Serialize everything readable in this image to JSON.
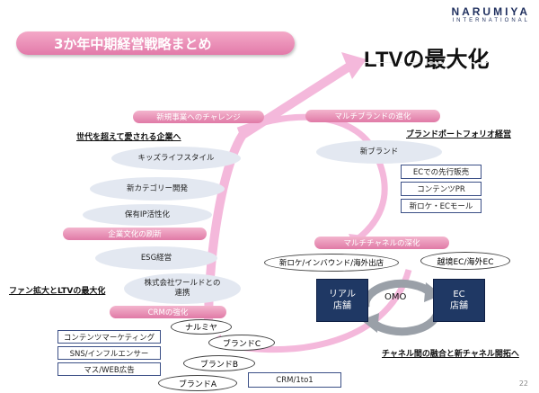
{
  "logo": {
    "main": "NARUMIYA",
    "sub": "INTERNATIONAL"
  },
  "title": "3か年中期経営戦略まとめ",
  "goal": "LTVの最大化",
  "sections": {
    "new_business": "新規事業へのチャレンジ",
    "culture": "企業文化の刷新",
    "crm": "CRMの強化",
    "multi_brand": "マルチブランドの進化",
    "multi_channel": "マルチチャネルの深化"
  },
  "headings": {
    "beyond_generations": "世代を超えて愛される企業へ",
    "fan_ltv": "ファン拡大とLTVの最大化",
    "brand_portfolio": "ブランドポートフォリオ経営",
    "channel_fusion": "チャネル間の融合と新チャネル開拓へ"
  },
  "left_items": [
    "キッズライフスタイル",
    "新カテゴリー開発",
    "保有IP活性化",
    "ESG経営",
    "株式会社ワールドとの\n連携"
  ],
  "crm_boxes": [
    "コンテンツマーケティング",
    "SNS/インフルエンサー",
    "マス/WEB広告"
  ],
  "crm_bottom": "CRM/1to1",
  "brands": {
    "narumiya": "ナルミヤ",
    "c": "ブランドC",
    "b": "ブランドB",
    "a": "ブランドA"
  },
  "new_brand": "新ブランド",
  "brand_boxes": [
    "ECでの先行販売",
    "コンテンツPR",
    "新ロケ・ECモール"
  ],
  "channel_ovals": {
    "left": "新ロケ/インバウンド/海外出店",
    "right": "越境EC/海外EC"
  },
  "stores": {
    "real_line1": "リアル",
    "real_line2": "店舗",
    "omo": "OMO",
    "ec_line1": "EC",
    "ec_line2": "店舗"
  },
  "page_number": "22",
  "colors": {
    "pink": "#e27aa9",
    "pink_light": "#f3b4cd",
    "navy": "#1f3864",
    "ellipse": "#e3e8f1"
  }
}
